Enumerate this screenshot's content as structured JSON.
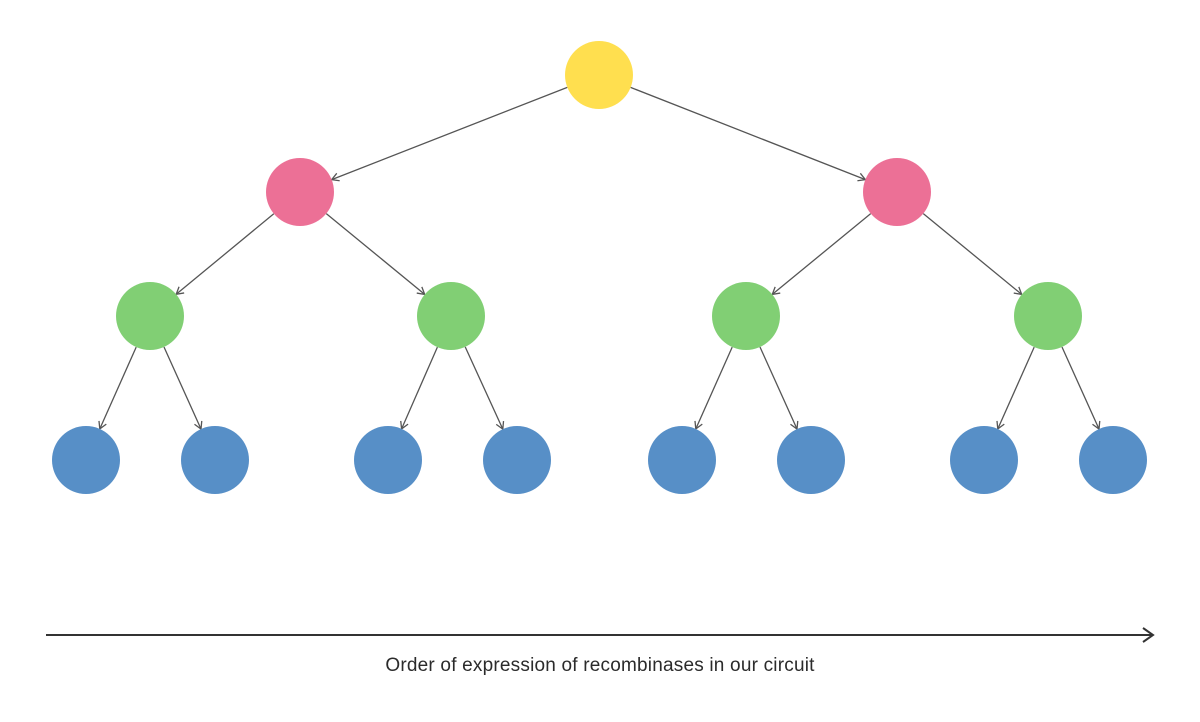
{
  "caption": "Order of expression of recombinases in our circuit",
  "colors": {
    "level_0": "#FFDF4F",
    "level_1": "#EC7096",
    "level_2": "#81CF74",
    "level_3": "#578FC7",
    "edge": "#555555",
    "axis": "#333333"
  },
  "tree": {
    "levels": 4,
    "branching": 2,
    "node_counts": [
      1,
      2,
      4,
      8
    ]
  }
}
